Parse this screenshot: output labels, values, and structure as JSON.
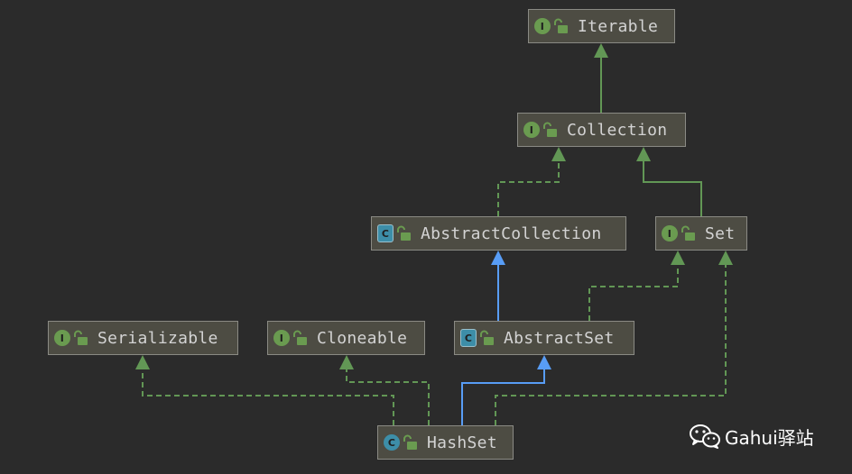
{
  "nodes": [
    {
      "id": "iterable",
      "label": "Iterable",
      "kind": "interface"
    },
    {
      "id": "collection",
      "label": "Collection",
      "kind": "interface"
    },
    {
      "id": "abstractcollection",
      "label": "AbstractCollection",
      "kind": "abstract-class"
    },
    {
      "id": "set",
      "label": "Set",
      "kind": "interface"
    },
    {
      "id": "serializable",
      "label": "Serializable",
      "kind": "interface"
    },
    {
      "id": "cloneable",
      "label": "Cloneable",
      "kind": "interface"
    },
    {
      "id": "abstractset",
      "label": "AbstractSet",
      "kind": "abstract-class"
    },
    {
      "id": "hashset",
      "label": "HashSet",
      "kind": "class"
    }
  ],
  "badges": {
    "interface": "I",
    "class": "C",
    "abstract-class": "C"
  },
  "edges": [
    {
      "from": "collection",
      "to": "iterable",
      "kind": "extends-interface",
      "style": "solid"
    },
    {
      "from": "abstractcollection",
      "to": "collection",
      "kind": "implements",
      "style": "dashed"
    },
    {
      "from": "set",
      "to": "collection",
      "kind": "extends-interface",
      "style": "solid"
    },
    {
      "from": "abstractset",
      "to": "abstractcollection",
      "kind": "extends-class",
      "style": "solid"
    },
    {
      "from": "abstractset",
      "to": "set",
      "kind": "implements",
      "style": "dashed"
    },
    {
      "from": "hashset",
      "to": "serializable",
      "kind": "implements",
      "style": "dashed"
    },
    {
      "from": "hashset",
      "to": "cloneable",
      "kind": "implements",
      "style": "dashed"
    },
    {
      "from": "hashset",
      "to": "abstractset",
      "kind": "extends-class",
      "style": "solid"
    },
    {
      "from": "hashset",
      "to": "set",
      "kind": "implements",
      "style": "dashed"
    }
  ],
  "colors": {
    "background": "#2b2b2b",
    "node_fill": "#4d4c43",
    "interface_edge": "#629755",
    "class_edge": "#589df6"
  },
  "icons": {
    "lock": "unlocked-padlock-icon",
    "logo": "wechat-icon"
  },
  "watermark": {
    "text": "Gahui驿站"
  }
}
